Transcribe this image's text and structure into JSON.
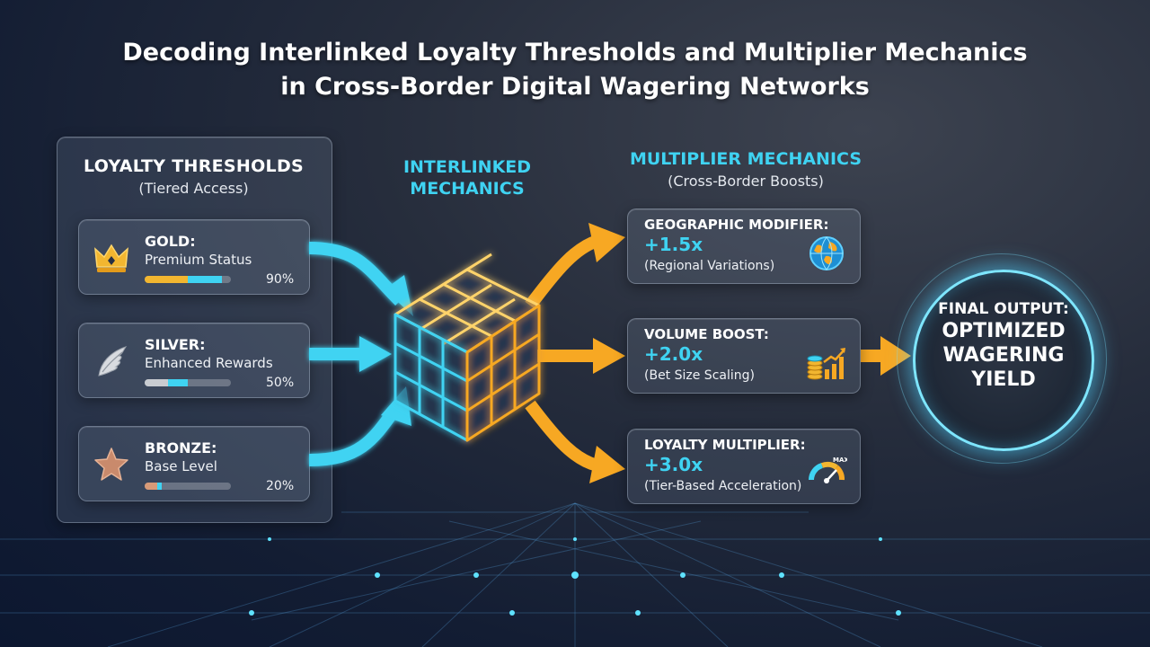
{
  "title_line1": "Decoding Interlinked Loyalty Thresholds and Multiplier Mechanics",
  "title_line2": "in Cross-Border Digital Wagering Networks",
  "loyalty": {
    "heading": "LOYALTY THRESHOLDS",
    "subheading": "(Tiered Access)",
    "tiers": [
      {
        "name": "GOLD:",
        "desc": "Premium Status",
        "progress": 90,
        "pct_label": "90%",
        "icon": "crown-icon",
        "bar_color": "#f2b630"
      },
      {
        "name": "SILVER:",
        "desc": "Enhanced Rewards",
        "progress": 50,
        "pct_label": "50%",
        "icon": "wing-icon",
        "bar_color": "#c9ccd1"
      },
      {
        "name": "BRONZE:",
        "desc": "Base Level",
        "progress": 20,
        "pct_label": "20%",
        "icon": "star-icon",
        "bar_color": "#d79a78"
      }
    ]
  },
  "center": {
    "heading_line1": "INTERLINKED",
    "heading_line2": "MECHANICS",
    "icon": "cube-icon"
  },
  "multipliers": {
    "heading": "MULTIPLIER MECHANICS",
    "subheading": "(Cross-Border Boosts)",
    "items": [
      {
        "name": "GEOGRAPHIC MODIFIER:",
        "value": "+1.5x",
        "desc": "(Regional Variations)",
        "icon": "globe-icon"
      },
      {
        "name": "VOLUME BOOST:",
        "value": "+2.0x",
        "desc": "(Bet Size Scaling)",
        "icon": "coins-chart-icon"
      },
      {
        "name": "LOYALTY MULTIPLIER:",
        "value": "+3.0x",
        "desc": "(Tier-Based Acceleration)",
        "icon": "gauge-icon",
        "gauge_label": "MAX"
      }
    ]
  },
  "final": {
    "label": "FINAL OUTPUT:",
    "main": "OPTIMIZED\nWAGERING\nYIELD"
  },
  "colors": {
    "cyan": "#3fd3f2",
    "orange": "#f7a823",
    "gold": "#f2b630"
  }
}
